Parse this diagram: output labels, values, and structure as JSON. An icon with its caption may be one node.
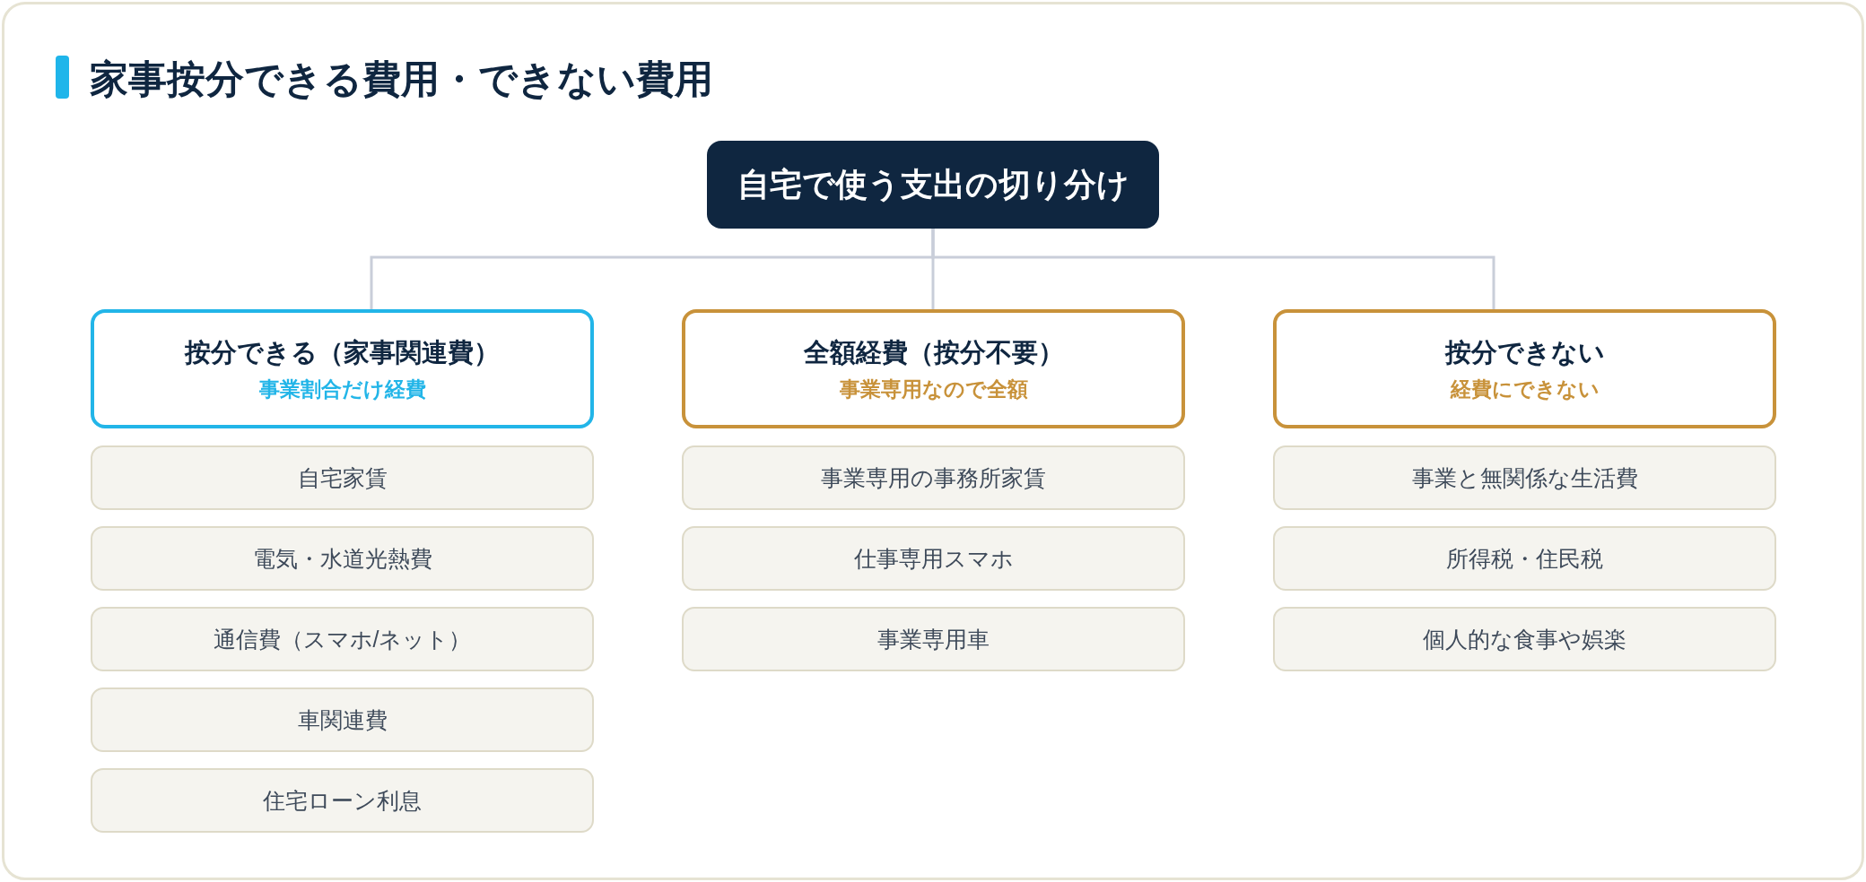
{
  "diagram": {
    "title": "家事按分できる費用・できない費用",
    "nodes": [
      {
        "text": [
          "自宅で使う支出の切り分け"
        ]
      },
      {
        "text": [
          "按分できる（家事関連費）",
          "事業割合だけ経費"
        ]
      },
      {
        "text": [
          "自宅家賃"
        ]
      },
      {
        "text": [
          "電気・水道光熱費"
        ]
      },
      {
        "text": [
          "通信費（スマホ/ネット）"
        ]
      },
      {
        "text": [
          "車関連費"
        ]
      },
      {
        "text": [
          "住宅ローン利息"
        ]
      },
      {
        "text": [
          "全額経費（按分不要）",
          "事業専用なので全額"
        ]
      },
      {
        "text": [
          "事業専用の事務所家賃"
        ]
      },
      {
        "text": [
          "仕事専用スマホ"
        ]
      },
      {
        "text": [
          "事業専用車"
        ]
      },
      {
        "text": [
          "按分できない",
          "経費にできない"
        ]
      },
      {
        "text": [
          "事業と無関係な生活費"
        ]
      },
      {
        "text": [
          "所得税・住民税"
        ]
      },
      {
        "text": [
          "個人的な食事や娯楽"
        ]
      }
    ],
    "edges": [
      {
        "from": 0,
        "to": 1,
        "arrow": "none"
      },
      {
        "from": 0,
        "to": 7,
        "arrow": "none"
      },
      {
        "from": 0,
        "to": 11,
        "arrow": "none"
      }
    ]
  }
}
